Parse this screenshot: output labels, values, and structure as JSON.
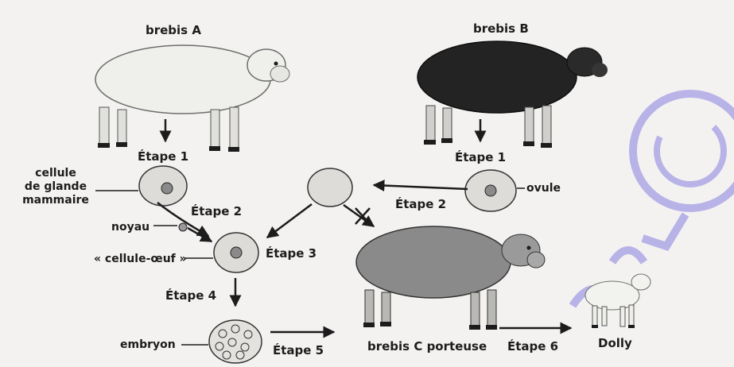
{
  "sheep": {
    "a": "brebis A",
    "b": "brebis B",
    "c": "brebis C porteuse",
    "dolly": "Dolly"
  },
  "steps": {
    "s1a": "Étape 1",
    "s1b": "Étape 1",
    "s2a": "Étape 2",
    "s2b": "Étape 2",
    "s3": "Étape 3",
    "s4": "Étape 4",
    "s5": "Étape 5",
    "s6": "Étape 6"
  },
  "cells": {
    "gland_line1": "cellule",
    "gland_line2": "de glande",
    "gland_line3": "mammaire",
    "nucleus": "noyau",
    "egg_cell": "« cellule-œuf »",
    "ovum": "ovule",
    "embryo": "embryon"
  },
  "colors": {
    "ink": "#1c1c1c",
    "white_wool": "#efefec",
    "black_wool": "#232323",
    "grey_wool": "#8a8a8a",
    "cell": "#dedcd9",
    "watermark": "#4a3fd6"
  }
}
